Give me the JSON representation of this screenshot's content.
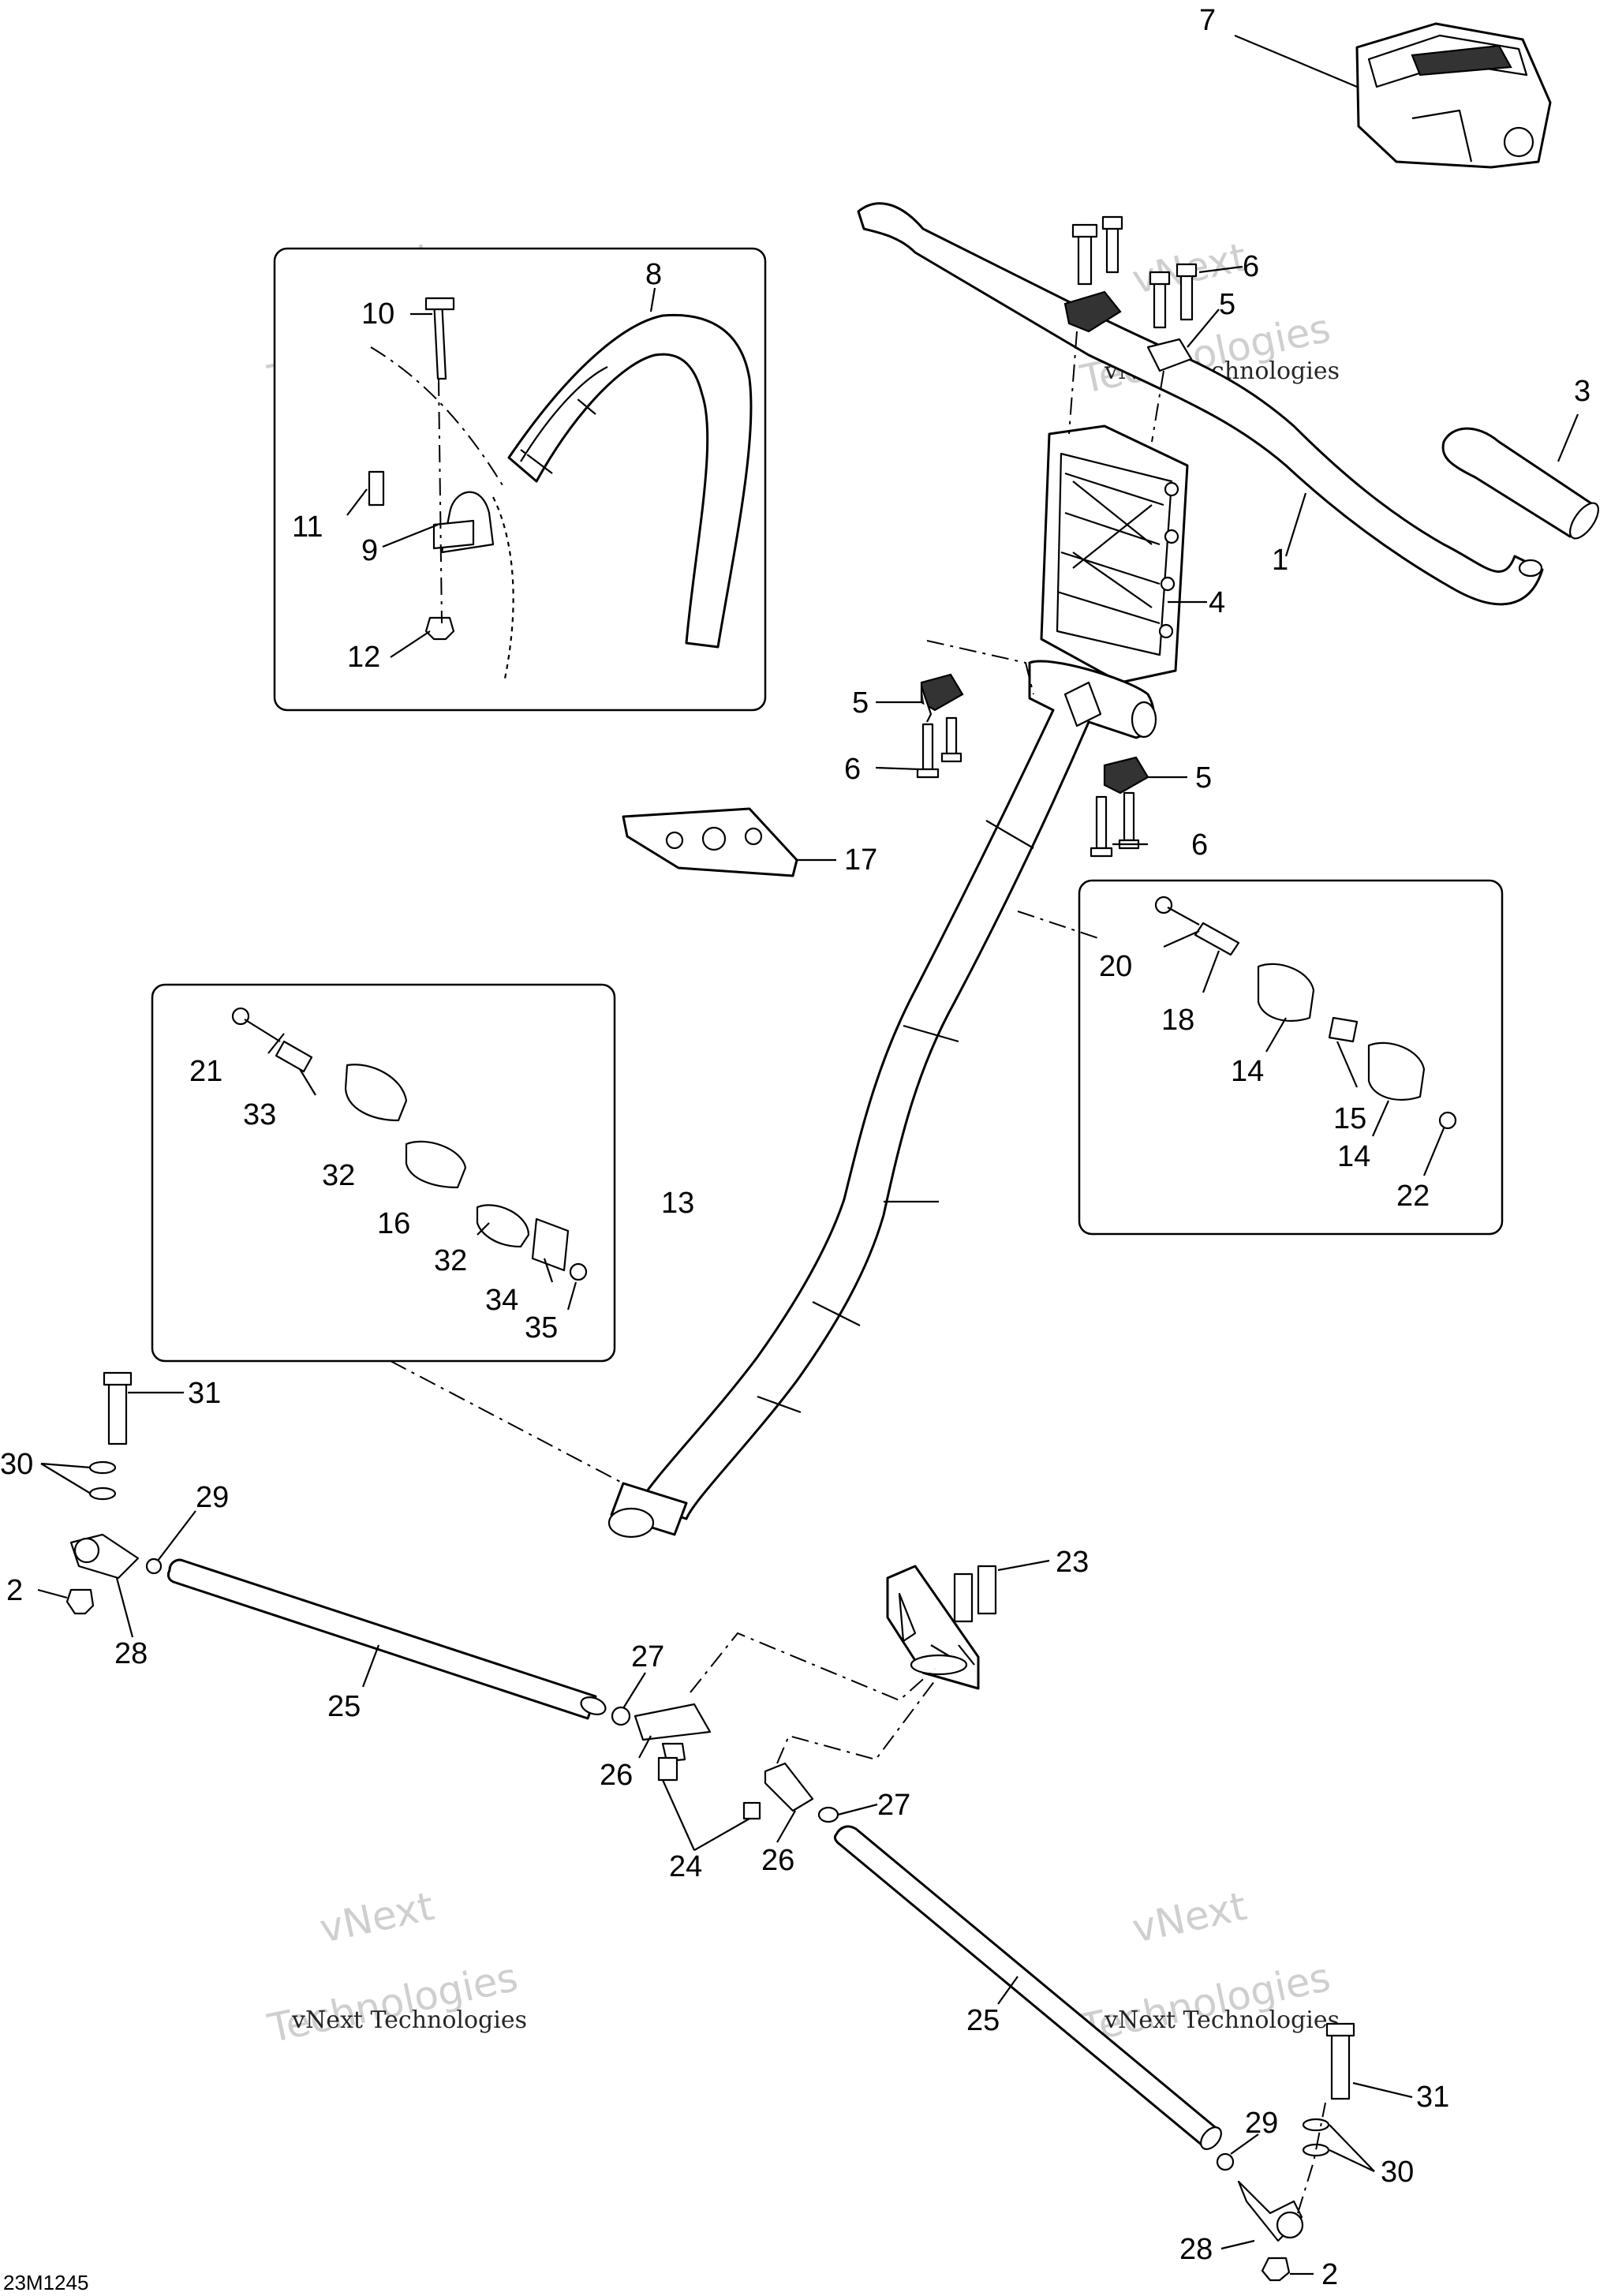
{
  "diagram_code": "23M1245",
  "watermark": {
    "line1": "vNext",
    "line2": "vNext Technologies",
    "line3": "Technologies"
  },
  "callouts": [
    "7",
    "8",
    "10",
    "6",
    "5",
    "3",
    "11",
    "9",
    "1",
    "4",
    "12",
    "5",
    "6",
    "5",
    "6",
    "17",
    "20",
    "18",
    "21",
    "14",
    "33",
    "15",
    "14",
    "22",
    "32",
    "16",
    "32",
    "13",
    "34",
    "35",
    "31",
    "30",
    "29",
    "2",
    "28",
    "23",
    "27",
    "25",
    "26",
    "27",
    "24",
    "26",
    "25",
    "31",
    "29",
    "30",
    "28",
    "2"
  ]
}
